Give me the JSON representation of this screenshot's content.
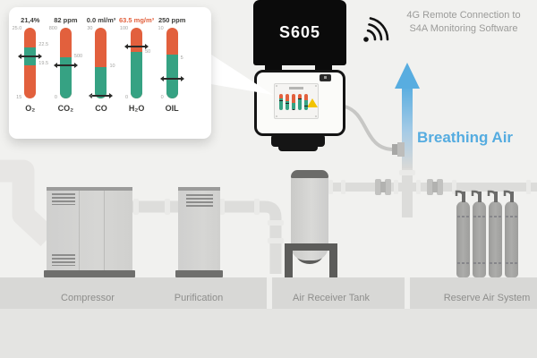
{
  "colors": {
    "orange": "#e2603d",
    "green": "#36a283",
    "blue": "#58ade0",
    "yellow": "#f2c300"
  },
  "panel": {
    "gauges": [
      {
        "name": "o2",
        "display": "O₂",
        "reading": "21,4%",
        "alarm": false,
        "top_label": "25.0",
        "bottom_label": "15",
        "right_labels": [
          {
            "text": "22.5",
            "frac": 0.24
          },
          {
            "text": "19.5",
            "frac": 0.5
          }
        ],
        "green_from": 0.28,
        "green_to": 0.53,
        "needle": 0.41
      },
      {
        "name": "co2",
        "display": "CO₂",
        "reading": "82 ppm",
        "alarm": false,
        "top_label": "800",
        "bottom_label": "0",
        "right_labels": [
          {
            "text": "500",
            "frac": 0.4
          }
        ],
        "green_from": 0.42,
        "green_to": 1,
        "needle": 0.53
      },
      {
        "name": "co",
        "display": "CO",
        "reading": "0.0 ml/m³",
        "alarm": false,
        "top_label": "30",
        "bottom_label": "0",
        "right_labels": [
          {
            "text": "10",
            "frac": 0.55
          }
        ],
        "green_from": 0.56,
        "green_to": 1,
        "needle": 0.96
      },
      {
        "name": "h2o",
        "display": "H₂O",
        "reading": "63.5 mg/m³",
        "alarm": true,
        "top_label": "100",
        "bottom_label": "0",
        "right_labels": [
          {
            "text": "50",
            "frac": 0.34
          }
        ],
        "green_from": 0.34,
        "green_to": 1,
        "needle": 0.26
      },
      {
        "name": "oil",
        "display": "OIL",
        "reading": "250 ppm",
        "alarm": false,
        "top_label": "10",
        "bottom_label": "0",
        "right_labels": [
          {
            "text": "5",
            "frac": 0.43
          }
        ],
        "green_from": 0.38,
        "green_to": 1,
        "needle": 0.72
      }
    ]
  },
  "device": {
    "model": "S605"
  },
  "wireless": {
    "line1": "4G Remote Connection to",
    "line2": "S4A Monitoring Software"
  },
  "flow_label": "Breathing Air",
  "equipment": {
    "compressor": "Compressor",
    "purification": "Purification",
    "tank": "Air Receiver Tank",
    "reserve": "Reserve Air System"
  }
}
